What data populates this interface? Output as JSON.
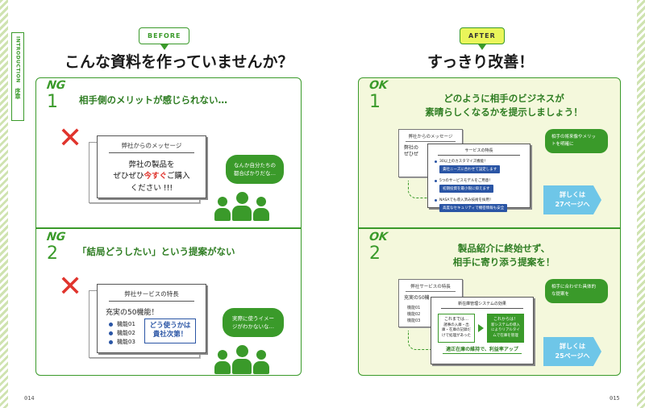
{
  "side": {
    "chapter": "INTRODUCTION",
    "label": "序章"
  },
  "pages": {
    "left": "014",
    "right": "015"
  },
  "before": {
    "label": "BEFORE",
    "title": "こんな資料を作っていませんか？",
    "ng1": {
      "tag": "NG",
      "num": "1",
      "point": "相手側のメリットが感じられない…",
      "doc_title": "弊社からのメッセージ",
      "doc_line1": "弊社の製品を",
      "doc_line2a": "ぜひぜひ",
      "doc_line2b": "今すぐ",
      "doc_line2c": "ご購入",
      "doc_line3": "ください !!!",
      "thought_1": "なんか自分たちの",
      "thought_2": "都合ばかりだな…"
    },
    "ng2": {
      "tag": "NG",
      "num": "2",
      "point": "「結局どうしたい」という提案がない",
      "doc_title": "弊社サービスの特長",
      "doc_heading": "充実の50機能！",
      "items": [
        "機能01",
        "機能02",
        "機能03"
      ],
      "stamp_1": "どう使うかは",
      "stamp_2": "貴社次第！",
      "thought_1": "実際に使うイメー",
      "thought_2": "ジがわかないな…"
    }
  },
  "after": {
    "label": "AFTER",
    "title": "すっきり改善！",
    "ok1": {
      "tag": "OK",
      "num": "1",
      "point_1": "どのように相手のビジネスが",
      "point_2": "素晴らしくなるかを提示しましょう！",
      "back_title": "弊社からのメッセージ",
      "back_body_1": "弊社の",
      "back_body_2": "ぜひぜ",
      "card_title": "サービスの特長",
      "features": [
        {
          "text": "30以上のカスタマイズ機能！",
          "pill": "貴社ニーズに合わせて設定します"
        },
        {
          "text": "5つのサービスモデルをご用意！",
          "pill": "初期投資を最小限に抑えます"
        },
        {
          "text": "NASAでも導入済み技術を採用！",
          "pill": "高度なセキュリティで機密情報も安全"
        }
      ],
      "note_1": "相手の将来像やメリッ",
      "note_2": "トを明確に",
      "btn_1": "詳しくは",
      "btn_2": "27ページへ"
    },
    "ok2": {
      "tag": "OK",
      "num": "2",
      "point_1": "製品紹介に終始せず、",
      "point_2": "相手に寄り添う提案を！",
      "back_title": "弊社サービスの特長",
      "back_heading": "充実の50機",
      "items": [
        "機能01",
        "機能02",
        "機能03"
      ],
      "card_title": "新在庫管理システムの効果",
      "before_label": "これまでは…",
      "before_body": "諸事の入庫・出庫・在庫の記録だけで処理があった",
      "after_label": "これからは！",
      "after_body": "新システムの導入によりリアルタイムで在庫を管理",
      "result": "適正在庫の維持で、利益率アップ",
      "note_1": "相手に合わせた具体的",
      "note_2": "な提案を",
      "btn_1": "詳しくは",
      "btn_2": "25ページへ"
    }
  },
  "colors": {
    "green": "#3a9a2a",
    "red": "#e0342d",
    "blue": "#2a55a5",
    "cyan": "#6ec6e8",
    "lime": "#eaf55a"
  }
}
